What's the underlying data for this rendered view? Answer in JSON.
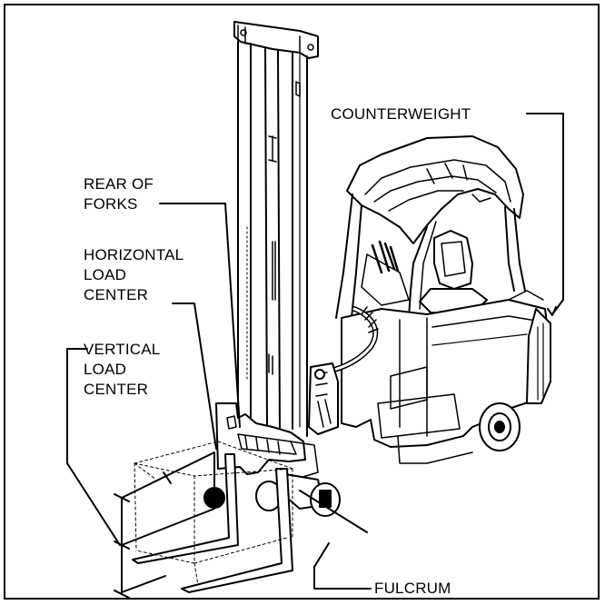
{
  "labels": {
    "counterweight": "COUNTERWEIGHT",
    "rear_of_forks": "REAR OF\nFORKS",
    "horizontal_load_center": "HORIZONTAL\nLOAD\nCENTER",
    "vertical_load_center": "VERTICAL\nLOAD\nCENTER",
    "fulcrum": "FULCRUM"
  },
  "colors": {
    "line": "#000000",
    "body": "#ffffff",
    "shade": "#d9d9d9",
    "dark": "#1a1a1a"
  }
}
